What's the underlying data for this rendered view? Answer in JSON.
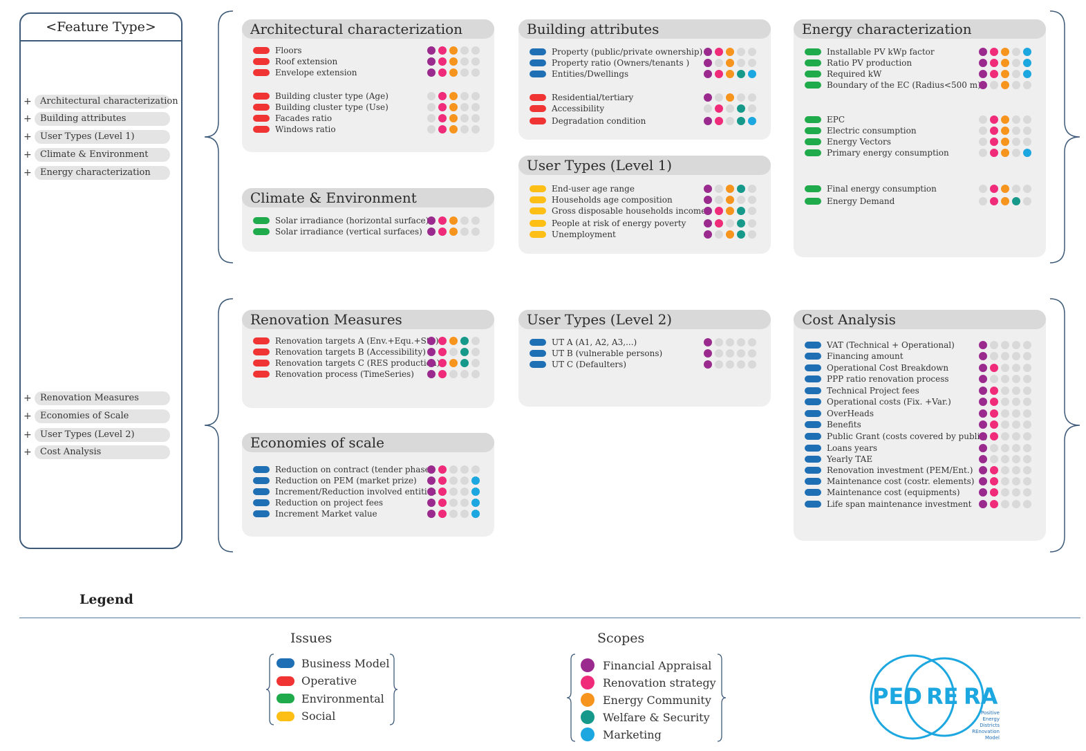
{
  "colors": {
    "issues": {
      "business": "#1f6fb5",
      "operative": "#f03434",
      "environmental": "#1faa4b",
      "social": "#fdbe16"
    },
    "scopes": [
      "#9a2a8e",
      "#ef2b7a",
      "#f7941d",
      "#16998a",
      "#1ca7e0"
    ],
    "empty": "#d9d9d9"
  },
  "sidebar": {
    "title": "<Feature Type>",
    "items_top": [
      "Architectural characterization",
      "Building attributes",
      "User Types (Level 1)",
      "Climate & Environment",
      "Energy characterization"
    ],
    "items_bottom": [
      "Renovation Measures",
      "Economies of Scale",
      "User Types (Level 2)",
      "Cost Analysis"
    ]
  },
  "cards": [
    {
      "title": "Architectural characterization",
      "rows": [
        {
          "label": "Floors",
          "issue": "operative",
          "dots": [
            1,
            1,
            1,
            0,
            0
          ]
        },
        {
          "label": "Roof extension",
          "issue": "operative",
          "dots": [
            1,
            1,
            1,
            0,
            0
          ]
        },
        {
          "label": "Envelope extension",
          "issue": "operative",
          "dots": [
            1,
            1,
            1,
            0,
            0
          ]
        },
        {
          "label": "Building cluster type (Age)",
          "issue": "operative",
          "dots": [
            0,
            1,
            1,
            0,
            0
          ]
        },
        {
          "label": "Building cluster type (Use)",
          "issue": "operative",
          "dots": [
            0,
            1,
            1,
            0,
            0
          ]
        },
        {
          "label": "Facades ratio",
          "issue": "operative",
          "dots": [
            0,
            1,
            1,
            0,
            0
          ]
        },
        {
          "label": "Windows ratio",
          "issue": "operative",
          "dots": [
            0,
            1,
            1,
            0,
            0
          ]
        }
      ]
    },
    {
      "title": "Climate & Environment",
      "rows": [
        {
          "label": "Solar irradiance  (horizontal surface)",
          "issue": "environmental",
          "dots": [
            1,
            1,
            1,
            0,
            0
          ]
        },
        {
          "label": "Solar irradiance  (vertical surfaces)",
          "issue": "environmental",
          "dots": [
            1,
            1,
            1,
            0,
            0
          ]
        }
      ]
    },
    {
      "title": "Building attributes",
      "rows": [
        {
          "label": "Property (public/private ownership)",
          "issue": "business",
          "dots": [
            1,
            1,
            1,
            0,
            0
          ]
        },
        {
          "label": "Property ratio (Owners/tenants )",
          "issue": "business",
          "dots": [
            1,
            0,
            1,
            0,
            0
          ]
        },
        {
          "label": "Entities/Dwellings",
          "issue": "business",
          "dots": [
            1,
            1,
            1,
            1,
            1
          ]
        },
        {
          "label": "Residential/tertiary",
          "issue": "operative",
          "dots": [
            1,
            0,
            1,
            0,
            0
          ]
        },
        {
          "label": "Accessibility",
          "issue": "operative",
          "dots": [
            0,
            1,
            0,
            1,
            0
          ]
        },
        {
          "label": "Degradation condition",
          "issue": "operative",
          "dots": [
            1,
            1,
            0,
            1,
            1
          ]
        }
      ]
    },
    {
      "title": "User Types (Level 1)",
      "rows": [
        {
          "label": "End-user age range",
          "issue": "social",
          "dots": [
            1,
            0,
            1,
            1,
            0
          ]
        },
        {
          "label": "Households age composition",
          "issue": "social",
          "dots": [
            1,
            0,
            1,
            0,
            0
          ]
        },
        {
          "label": "Gross disposable households incomes",
          "issue": "social",
          "dots": [
            1,
            1,
            1,
            1,
            0
          ]
        },
        {
          "label": "People at risk of energy poverty",
          "issue": "social",
          "dots": [
            1,
            1,
            0,
            1,
            0
          ]
        },
        {
          "label": "Unemployment",
          "issue": "social",
          "dots": [
            1,
            0,
            1,
            1,
            0
          ]
        }
      ]
    },
    {
      "title": "Energy characterization",
      "rows": [
        {
          "label": "Installable PV kWp factor",
          "issue": "environmental",
          "dots": [
            1,
            1,
            1,
            0,
            1
          ]
        },
        {
          "label": "Ratio PV production",
          "issue": "environmental",
          "dots": [
            1,
            1,
            1,
            0,
            1
          ]
        },
        {
          "label": "Required kW",
          "issue": "environmental",
          "dots": [
            1,
            1,
            1,
            0,
            1
          ]
        },
        {
          "label": "Boundary of the EC (Radius<500 m)",
          "issue": "environmental",
          "dots": [
            1,
            0,
            1,
            0,
            0
          ]
        },
        {
          "label": "EPC",
          "issue": "environmental",
          "dots": [
            0,
            1,
            1,
            0,
            0
          ]
        },
        {
          "label": "Electric consumption",
          "issue": "environmental",
          "dots": [
            0,
            1,
            1,
            0,
            0
          ]
        },
        {
          "label": "Energy Vectors",
          "issue": "environmental",
          "dots": [
            0,
            1,
            1,
            0,
            0
          ]
        },
        {
          "label": "Primary energy consumption",
          "issue": "environmental",
          "dots": [
            0,
            1,
            1,
            0,
            1
          ]
        },
        {
          "label": "Final energy consumption",
          "issue": "environmental",
          "dots": [
            0,
            1,
            1,
            0,
            0
          ]
        },
        {
          "label": "Energy Demand",
          "issue": "environmental",
          "dots": [
            0,
            1,
            1,
            1,
            0
          ]
        }
      ]
    },
    {
      "title": "Renovation Measures",
      "rows": [
        {
          "label": "Renovation targets A (Env.+Equ.+Str.)",
          "issue": "operative",
          "dots": [
            1,
            1,
            1,
            1,
            0
          ]
        },
        {
          "label": "Renovation targets B (Accessibility)",
          "issue": "operative",
          "dots": [
            1,
            1,
            0,
            1,
            0
          ]
        },
        {
          "label": "Renovation targets C (RES production)",
          "issue": "operative",
          "dots": [
            1,
            1,
            1,
            1,
            0
          ]
        },
        {
          "label": "Renovation process (TimeSeries)",
          "issue": "operative",
          "dots": [
            1,
            1,
            0,
            0,
            0
          ]
        }
      ]
    },
    {
      "title": "Economies of scale",
      "rows": [
        {
          "label": "Reduction on contract (tender phase)",
          "issue": "business",
          "dots": [
            1,
            1,
            0,
            0,
            0
          ]
        },
        {
          "label": "Reduction on PEM (market prize)",
          "issue": "business",
          "dots": [
            1,
            1,
            0,
            0,
            1
          ]
        },
        {
          "label": "Increment/Reduction involved entities",
          "issue": "business",
          "dots": [
            1,
            1,
            0,
            0,
            1
          ]
        },
        {
          "label": "Reduction on project fees",
          "issue": "business",
          "dots": [
            1,
            1,
            0,
            0,
            1
          ]
        },
        {
          "label": "Increment Market value",
          "issue": "business",
          "dots": [
            1,
            1,
            0,
            0,
            1
          ]
        }
      ]
    },
    {
      "title": "User Types (Level 2)",
      "rows": [
        {
          "label": "UT  A (A1, A2, A3,...)",
          "issue": "business",
          "dots": [
            1,
            0,
            0,
            0,
            0
          ]
        },
        {
          "label": "UT  B (vulnerable persons)",
          "issue": "business",
          "dots": [
            1,
            0,
            0,
            0,
            0
          ]
        },
        {
          "label": "UT C (Defaulters)",
          "issue": "business",
          "dots": [
            1,
            0,
            0,
            0,
            0
          ]
        }
      ]
    },
    {
      "title": "Cost Analysis",
      "rows": [
        {
          "label": "VAT (Technical + Operational)",
          "issue": "business",
          "dots": [
            1,
            0,
            0,
            0,
            0
          ]
        },
        {
          "label": "Financing amount",
          "issue": "business",
          "dots": [
            1,
            0,
            0,
            0,
            0
          ]
        },
        {
          "label": "Operational Cost Breakdown",
          "issue": "business",
          "dots": [
            1,
            1,
            0,
            0,
            0
          ]
        },
        {
          "label": "PPP ratio renovation process",
          "issue": "business",
          "dots": [
            1,
            0,
            0,
            0,
            0
          ]
        },
        {
          "label": "Technical Project fees",
          "issue": "business",
          "dots": [
            1,
            1,
            0,
            0,
            0
          ]
        },
        {
          "label": "Operational costs (Fix. +Var.)",
          "issue": "business",
          "dots": [
            1,
            1,
            0,
            0,
            0
          ]
        },
        {
          "label": "OverHeads",
          "issue": "business",
          "dots": [
            1,
            1,
            0,
            0,
            0
          ]
        },
        {
          "label": "Benefits",
          "issue": "business",
          "dots": [
            1,
            1,
            0,
            0,
            0
          ]
        },
        {
          "label": "Public Grant (costs covered by public)",
          "issue": "business",
          "dots": [
            1,
            1,
            0,
            0,
            0
          ]
        },
        {
          "label": "Loans years",
          "issue": "business",
          "dots": [
            1,
            0,
            0,
            0,
            0
          ]
        },
        {
          "label": "Yearly TAE",
          "issue": "business",
          "dots": [
            1,
            0,
            0,
            0,
            0
          ]
        },
        {
          "label": "Renovation investment (PEM/Ent.)",
          "issue": "business",
          "dots": [
            1,
            1,
            0,
            0,
            0
          ]
        },
        {
          "label": "Maintenance cost (costr. elements)",
          "issue": "business",
          "dots": [
            1,
            1,
            0,
            0,
            0
          ]
        },
        {
          "label": "Maintenance cost (equipments)",
          "issue": "business",
          "dots": [
            1,
            1,
            0,
            0,
            0
          ]
        },
        {
          "label": "Life span maintenance investment",
          "issue": "business",
          "dots": [
            1,
            1,
            0,
            0,
            0
          ]
        }
      ]
    }
  ],
  "legend": {
    "title": "Legend",
    "issues_title": "Issues",
    "issues": [
      {
        "label": "Business Model",
        "key": "business"
      },
      {
        "label": "Operative",
        "key": "operative"
      },
      {
        "label": "Environmental",
        "key": "environmental"
      },
      {
        "label": "Social",
        "key": "social"
      }
    ],
    "scopes_title": "Scopes",
    "scopes": [
      "Financial Appraisal",
      "Renovation strategy",
      "Energy Community",
      "Welfare & Security",
      "Marketing"
    ]
  },
  "logo": {
    "text_left": "PED",
    "text_mid": "RE",
    "text_right": "RA",
    "tagline": [
      "Positive",
      "Energy",
      "Districts",
      "REnovation",
      "Model"
    ]
  }
}
